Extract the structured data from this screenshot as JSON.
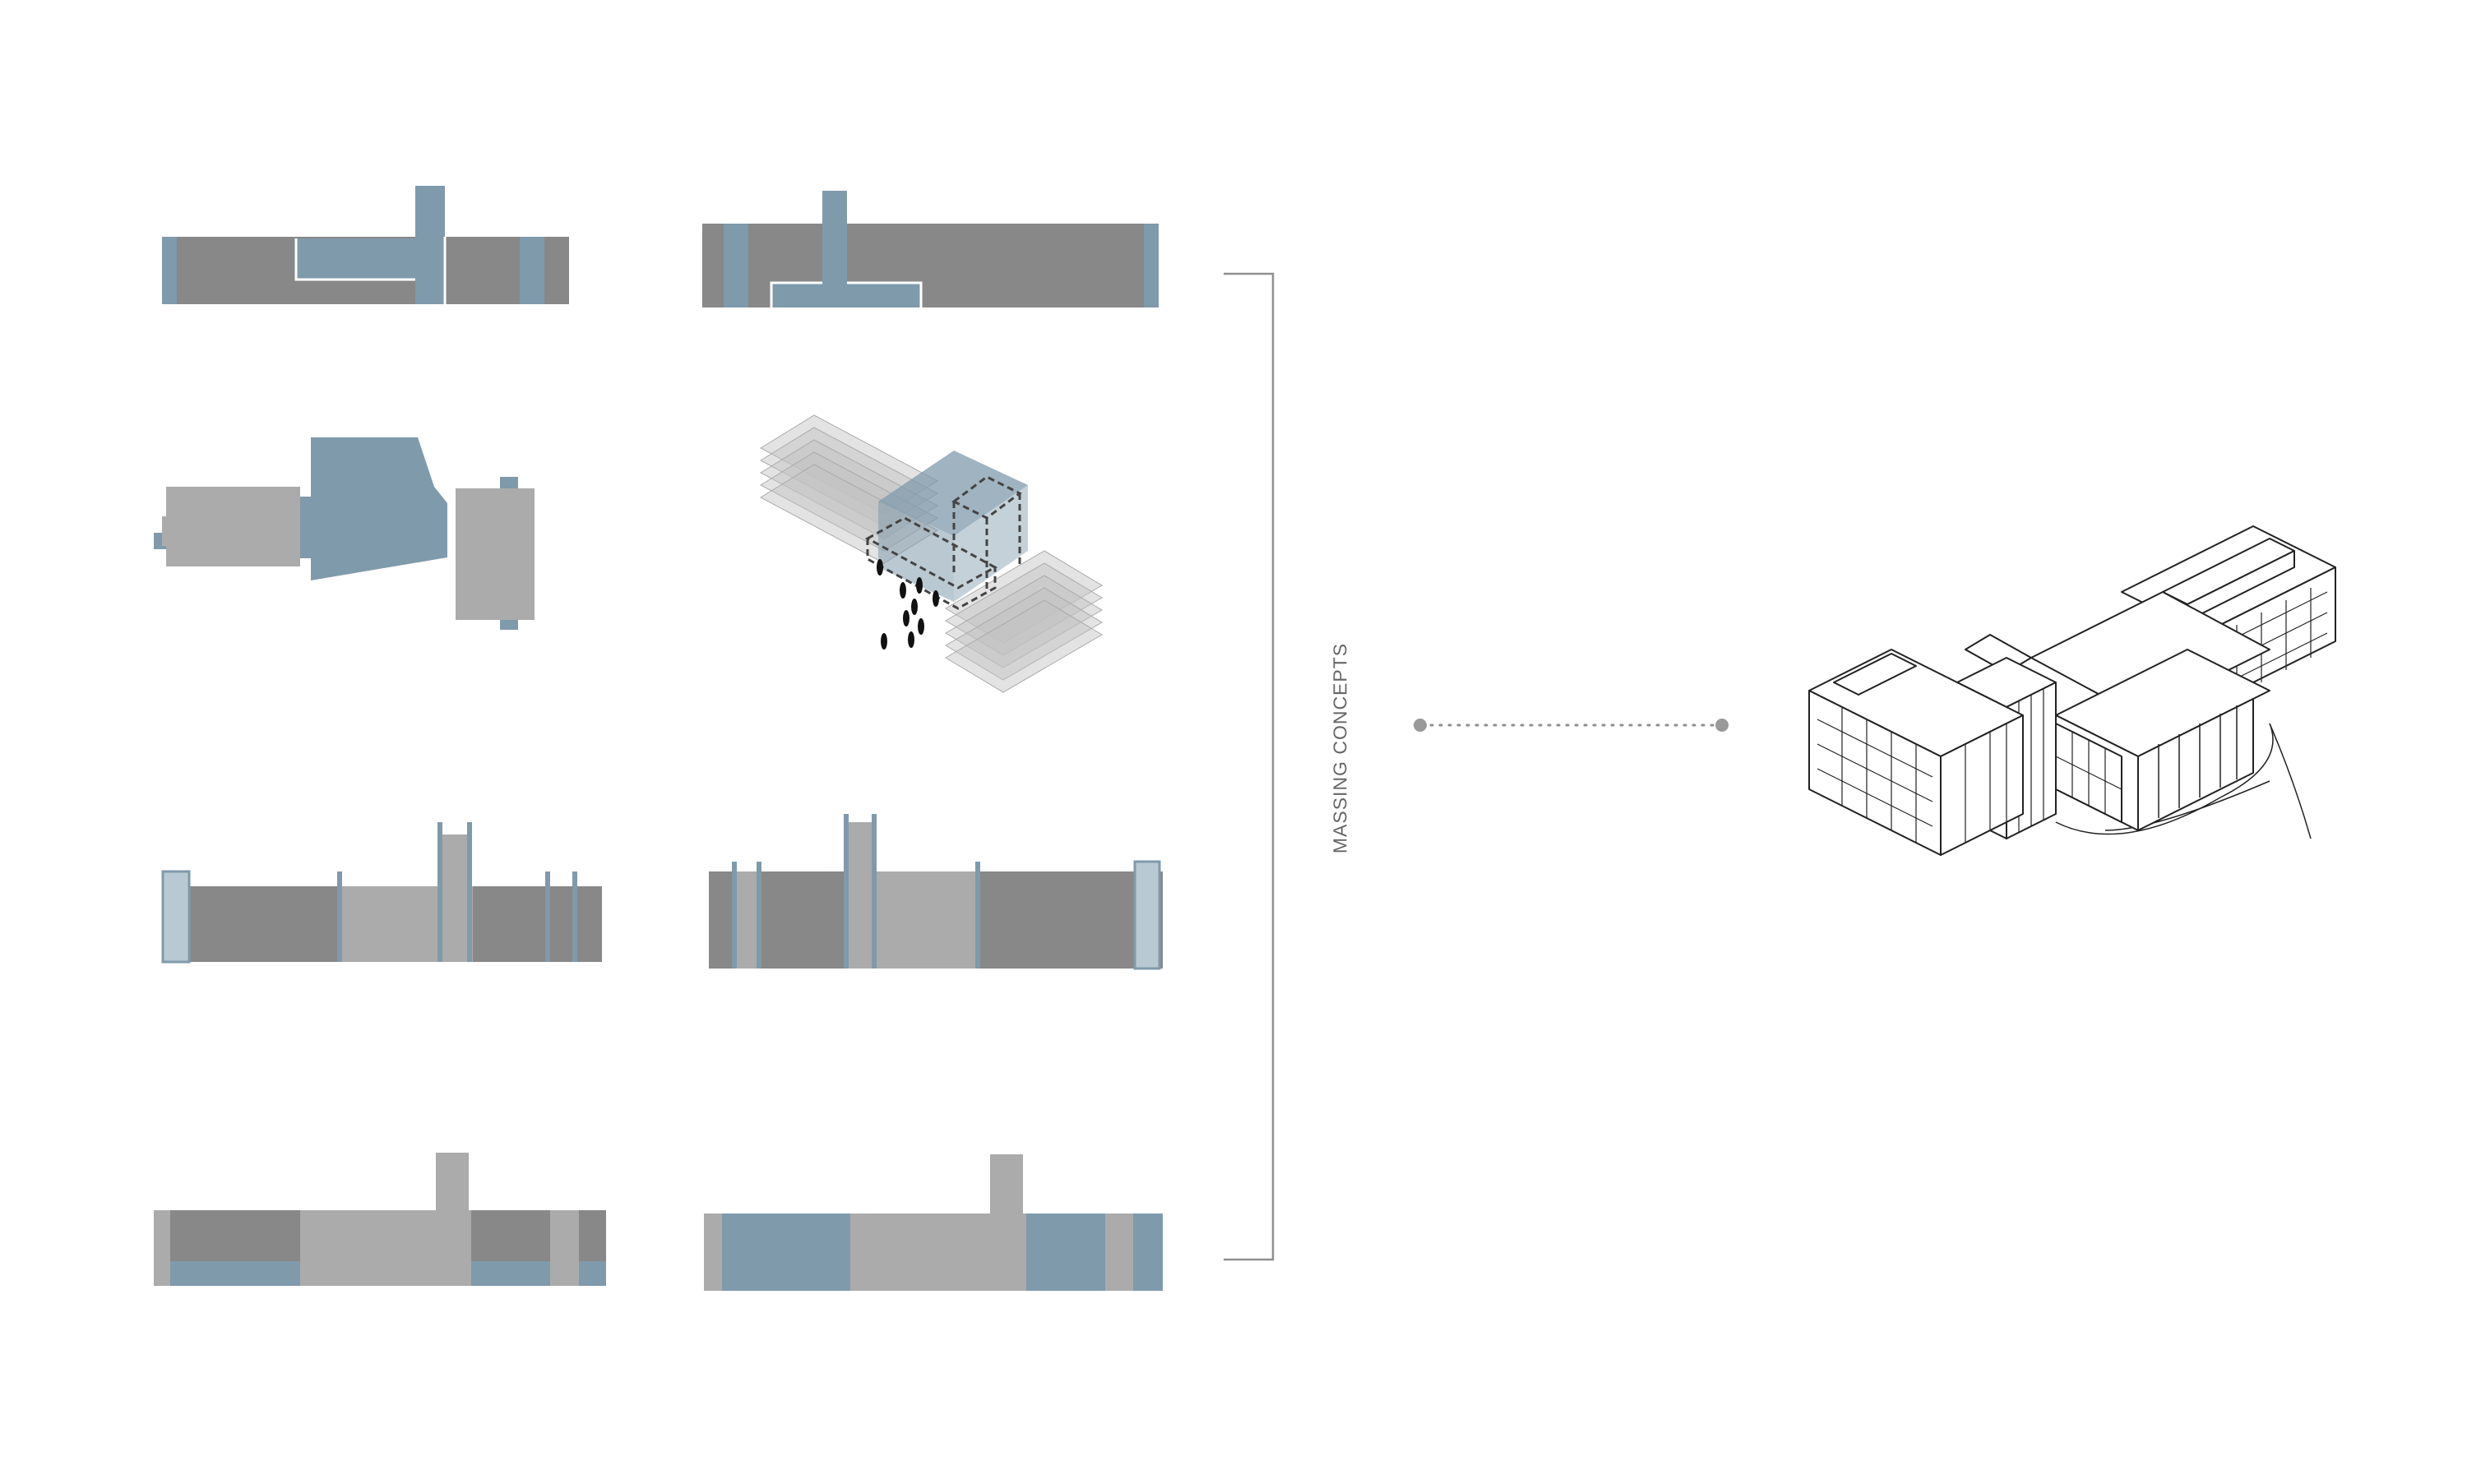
{
  "label": "MASSING CONCEPTS",
  "colors": {
    "dark_gray": "#888888",
    "light_gray": "#ababab",
    "blue": "#7f9aab",
    "pale_blue": "#b9c9d3",
    "line": "#8f8f8f",
    "ink": "#222222"
  },
  "diagrams": [
    "elevation-1a",
    "elevation-1b",
    "plan-2a",
    "axonometric-2b",
    "elevation-3a",
    "elevation-3b",
    "elevation-4a",
    "elevation-4b",
    "isometric-building-sketch"
  ]
}
